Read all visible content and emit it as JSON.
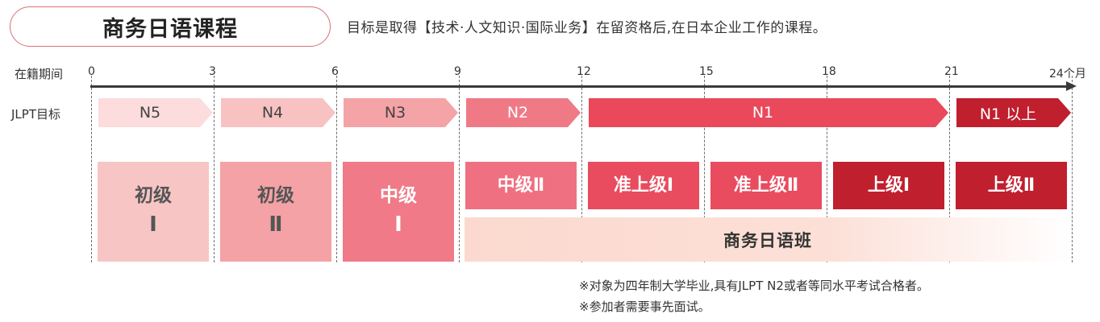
{
  "header": {
    "title": "商务日语课程",
    "subtitle": "目标是取得【技术·人文知识·国际业务】在留资格后,在日本企业工作的课程。"
  },
  "timeline": {
    "period_label": "在籍期间",
    "jlpt_label": "JLPT目标",
    "ticks": [
      "0",
      "3",
      "6",
      "9",
      "12",
      "15",
      "18",
      "21",
      "24个月"
    ]
  },
  "jlpt_levels": [
    {
      "label": "N5",
      "start": 0,
      "end": 3,
      "color": "#fcdcdc",
      "text_color": "#444444"
    },
    {
      "label": "N4",
      "start": 3,
      "end": 6,
      "color": "#f8c2c2",
      "text_color": "#444444"
    },
    {
      "label": "N3",
      "start": 6,
      "end": 9,
      "color": "#f4a3a6",
      "text_color": "#444444"
    },
    {
      "label": "N2",
      "start": 9,
      "end": 12,
      "color": "#ef7a86",
      "text_color": "#ffffff"
    },
    {
      "label": "N1",
      "start": 12,
      "end": 21,
      "color": "#e9495b",
      "text_color": "#ffffff"
    },
    {
      "label": "N1 以上",
      "start": 21,
      "end": 24,
      "color": "#c01f2e",
      "text_color": "#ffffff"
    }
  ],
  "course_levels": [
    {
      "label": "初级",
      "roman": "Ⅰ",
      "start": 0,
      "end": 3,
      "tall": true,
      "color": "#f8c5c5",
      "text_color": "#555555"
    },
    {
      "label": "初级",
      "roman": "Ⅱ",
      "start": 3,
      "end": 6,
      "tall": true,
      "color": "#f4a2a5",
      "text_color": "#555555"
    },
    {
      "label": "中级",
      "roman": "Ⅰ",
      "start": 6,
      "end": 9,
      "tall": true,
      "color": "#f07a87",
      "text_color": "#ffffff"
    },
    {
      "label": "中级Ⅱ",
      "roman": "",
      "start": 9,
      "end": 12,
      "tall": false,
      "color": "#ef7080",
      "text_color": "#ffffff"
    },
    {
      "label": "准上级Ⅰ",
      "roman": "",
      "start": 12,
      "end": 15,
      "tall": false,
      "color": "#e84c5e",
      "text_color": "#ffffff"
    },
    {
      "label": "准上级Ⅱ",
      "roman": "",
      "start": 15,
      "end": 18,
      "tall": false,
      "color": "#e84c5e",
      "text_color": "#ffffff"
    },
    {
      "label": "上级Ⅰ",
      "roman": "",
      "start": 18,
      "end": 21,
      "tall": false,
      "color": "#c01f2e",
      "text_color": "#ffffff"
    },
    {
      "label": "上级Ⅱ",
      "roman": "",
      "start": 21,
      "end": 24,
      "tall": false,
      "color": "#c01f2e",
      "text_color": "#ffffff"
    }
  ],
  "business_bar": {
    "label": "商务日语班",
    "start": 9,
    "end": 24
  },
  "notes": [
    "※对象为四年制大学毕业,具有JLPT N2或者等同水平考试合格者。",
    "※参加者需要事先面试。"
  ]
}
